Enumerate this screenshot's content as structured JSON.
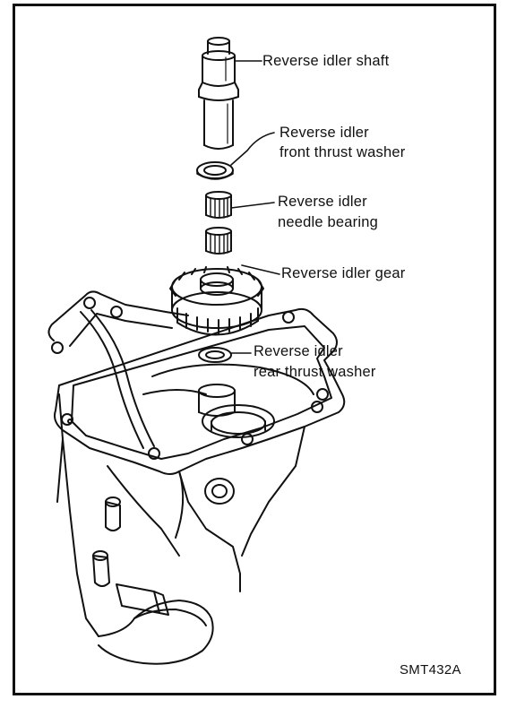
{
  "labels": {
    "shaft": "Reverse idler shaft",
    "front_washer_1": "Reverse idler",
    "front_washer_2": "front thrust washer",
    "needle_bearing_1": "Reverse idler",
    "needle_bearing_2": "needle bearing",
    "gear": "Reverse idler gear",
    "rear_washer_1": "Reverse idler",
    "rear_washer_2": "rear thrust washer"
  },
  "figure_code": "SMT432A",
  "colors": {
    "ink": "#111111",
    "paper": "#ffffff"
  }
}
